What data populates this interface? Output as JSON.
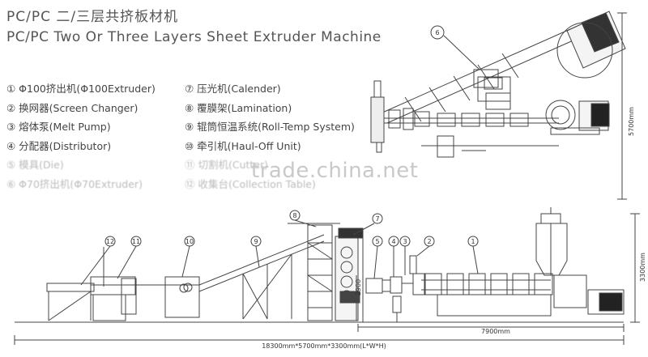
{
  "title": {
    "cn": "PC/PC 二/三层共挤板材机",
    "en": "PC/PC Two Or Three Layers Sheet Extruder Machine"
  },
  "legend_left": [
    "① Φ100挤出机(Φ100Extruder)",
    "② 换网器(Screen Changer)",
    "③ 熔体泵(Melt Pump)",
    "④ 分配器(Distributor)",
    "⑤ 模具(Die)",
    "⑥ Φ70挤出机(Φ70Extruder)"
  ],
  "legend_right": [
    "⑦ 压光机(Calender)",
    "⑧ 覆膜架(Lamination)",
    "⑨ 辊筒恒温系统(Roll-Temp System)",
    "⑩ 牵引机(Haul-Off Unit)",
    "⑪ 切割机(Cutter)",
    "⑫ 收集台(Collection Table)"
  ],
  "watermark": "trade.china.net",
  "dimensions": {
    "height_top": "5700mm",
    "height_front": "3300mm",
    "height_lamination": "2900",
    "length_extruder": "7900mm",
    "overall": "18300mm*5700mm*3300mm(L*W*H)"
  },
  "callouts": {
    "c1": "1",
    "c2": "2",
    "c3": "3",
    "c4": "4",
    "c5": "5",
    "c6": "6",
    "c7": "7",
    "c8": "8",
    "c9": "9",
    "c10": "10",
    "c11": "11",
    "c12": "12"
  }
}
